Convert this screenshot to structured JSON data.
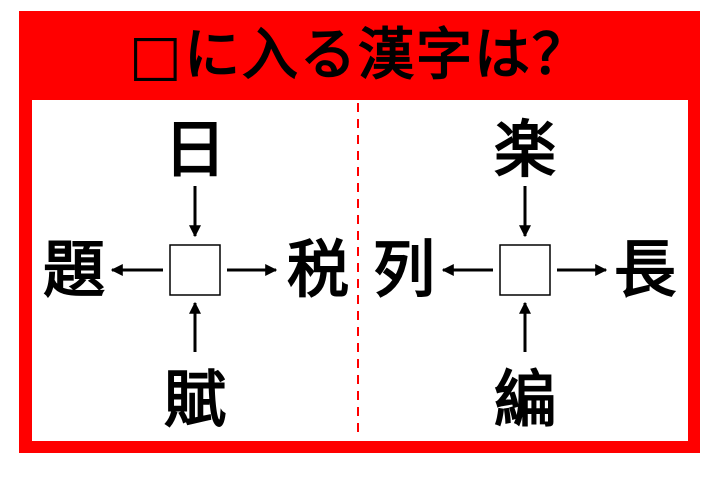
{
  "title": "□に入る漢字は？",
  "puzzles": [
    {
      "top": "日",
      "bottom": "賦",
      "left": "題",
      "right": "税"
    },
    {
      "top": "楽",
      "bottom": "編",
      "left": "列",
      "right": "長"
    }
  ],
  "colors": {
    "frame": "#ff0000",
    "divider": "#ff0000"
  }
}
